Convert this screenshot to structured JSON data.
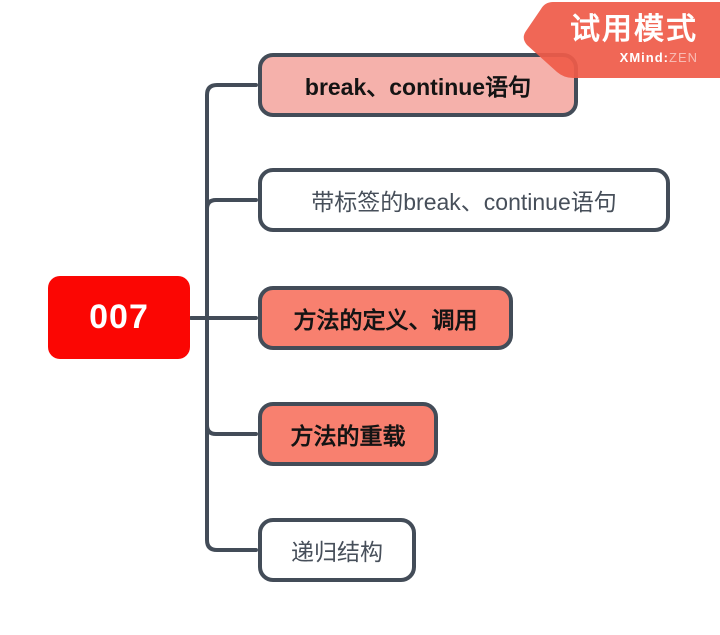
{
  "app": {
    "name_hint": "mind-map-trial-view"
  },
  "banner": {
    "title": "试用模式",
    "brand": "XMind",
    "brand_sep": ":",
    "brand_zen": "ZEN",
    "bg_color": "#ef5b49"
  },
  "root": {
    "label": "007",
    "bg_color": "#fb0603",
    "text_color": "#ffffff"
  },
  "topics": [
    {
      "label": "break、continue语句",
      "emphasized": true,
      "bg_color": "#f5b1ab",
      "text_color": "#141414"
    },
    {
      "label": "带标签的break、continue语句",
      "emphasized": false,
      "bg_color": "#ffffff",
      "text_color": "#474f5a"
    },
    {
      "label": "方法的定义、调用",
      "emphasized": true,
      "bg_color": "#f8806f",
      "text_color": "#141414"
    },
    {
      "label": "方法的重载",
      "emphasized": true,
      "bg_color": "#f8806f",
      "text_color": "#141414"
    },
    {
      "label": "递归结构",
      "emphasized": false,
      "bg_color": "#ffffff",
      "text_color": "#474f5a"
    }
  ],
  "colors": {
    "connector_line": "#434c58",
    "topic_border": "#434c58",
    "canvas_bg": "#ffffff"
  }
}
